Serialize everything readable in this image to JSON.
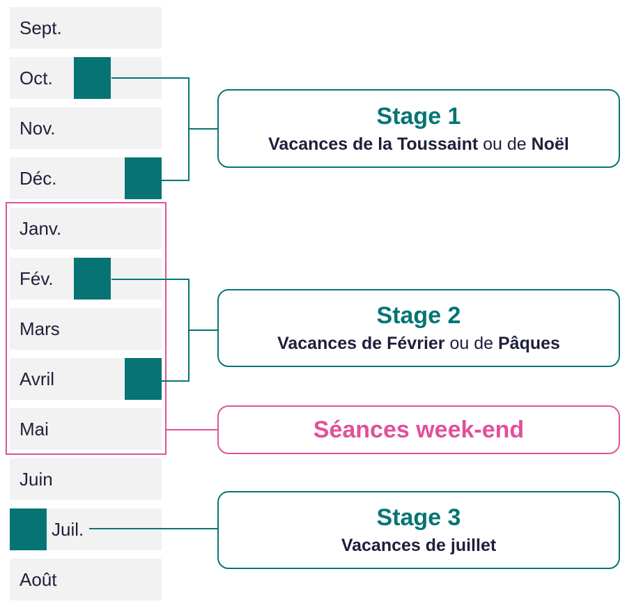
{
  "months": [
    "Sept.",
    "Oct.",
    "Nov.",
    "Déc.",
    "Janv.",
    "Fév.",
    "Mars",
    "Avril",
    "Mai",
    "Juin",
    "Juil.",
    "Août"
  ],
  "stage1": {
    "title": "Stage 1",
    "b1": "Vacances de la Toussaint",
    "mid": " ou de ",
    "b2": "Noël"
  },
  "stage2": {
    "title": "Stage 2",
    "b1": "Vacances de Février",
    "mid": " ou de ",
    "b2": "Pâques"
  },
  "weekend": {
    "title": "Séances week-end"
  },
  "stage3": {
    "title": "Stage 3",
    "b1": "Vacances de juillet"
  },
  "colors": {
    "teal": "#067474",
    "pink": "#e0509a",
    "navy": "#1e1f3b",
    "month_bg": "#f2f2f2"
  }
}
